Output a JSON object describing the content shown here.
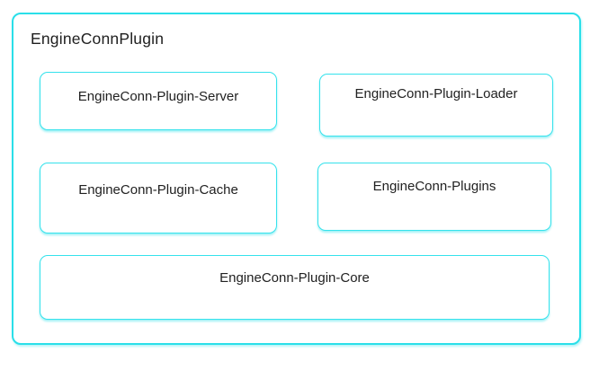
{
  "diagram": {
    "title": "EngineConnPlugin",
    "nodes": [
      {
        "id": "server",
        "label": "EngineConn-Plugin-Server"
      },
      {
        "id": "loader",
        "label": "EngineConn-Plugin-Loader"
      },
      {
        "id": "cache",
        "label": "EngineConn-Plugin-Cache"
      },
      {
        "id": "plugins",
        "label": "EngineConn-Plugins"
      },
      {
        "id": "core",
        "label": "EngineConn-Plugin-Core"
      }
    ],
    "colors": {
      "border_cyan": "#2adfe9",
      "node_border_cyan": "#35e2ec",
      "text": "#212121",
      "background": "#ffffff"
    }
  }
}
